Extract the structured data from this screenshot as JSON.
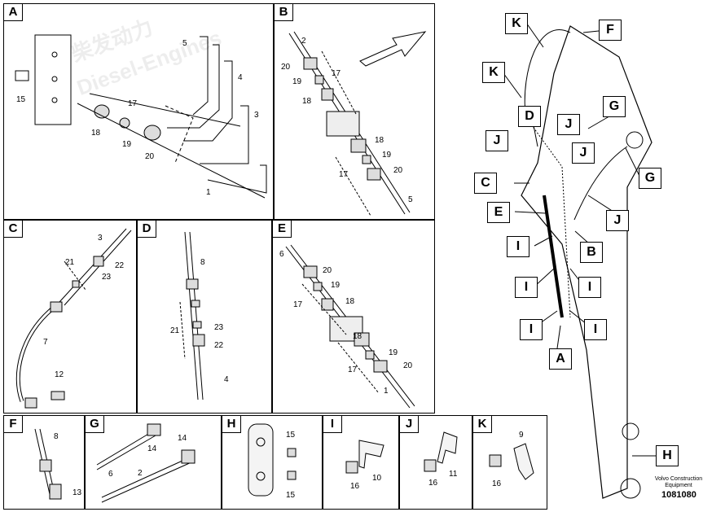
{
  "panels": {
    "A": {
      "tag": "A",
      "labels": [
        "5",
        "4",
        "3",
        "15",
        "17",
        "18",
        "19",
        "20",
        "1"
      ]
    },
    "B": {
      "tag": "B",
      "labels": [
        "2",
        "20",
        "17",
        "19",
        "18",
        "18",
        "19",
        "17",
        "20",
        "5"
      ]
    },
    "C": {
      "tag": "C",
      "labels": [
        "3",
        "21",
        "22",
        "23",
        "7",
        "12"
      ]
    },
    "D": {
      "tag": "D",
      "labels": [
        "8",
        "21",
        "23",
        "22",
        "4"
      ]
    },
    "E": {
      "tag": "E",
      "labels": [
        "6",
        "20",
        "19",
        "17",
        "18",
        "18",
        "19",
        "17",
        "20",
        "1"
      ]
    },
    "F": {
      "tag": "F",
      "labels": [
        "8",
        "13"
      ]
    },
    "G": {
      "tag": "G",
      "labels": [
        "14",
        "14",
        "6",
        "2"
      ]
    },
    "H": {
      "tag": "H",
      "labels": [
        "15",
        "15"
      ]
    },
    "I": {
      "tag": "I",
      "labels": [
        "16",
        "10"
      ]
    },
    "J": {
      "tag": "J",
      "labels": [
        "16",
        "11"
      ]
    },
    "K": {
      "tag": "K",
      "labels": [
        "9",
        "16"
      ]
    }
  },
  "callouts": [
    "K",
    "F",
    "K",
    "D",
    "G",
    "J",
    "J",
    "J",
    "C",
    "G",
    "E",
    "J",
    "B",
    "I",
    "I",
    "I",
    "I",
    "I",
    "A",
    "H"
  ],
  "caption": {
    "line1": "Volvo Construction",
    "line2": "Equipment"
  },
  "doc_number": "1081080",
  "watermark": {
    "cn": "柴发动力",
    "en": "Diesel-Engines"
  }
}
